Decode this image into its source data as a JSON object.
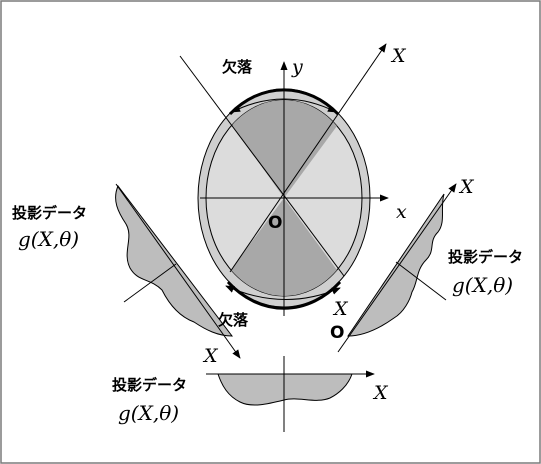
{
  "labels": {
    "missing_top": "欠落",
    "missing_bottom": "欠落",
    "y_axis": "y",
    "x_axis": "x",
    "origin": "O",
    "detector_origin": "O",
    "X_top": "X",
    "X_right": "X",
    "X_right_small": "X",
    "X_left": "X",
    "X_bottom": "X",
    "proj_left_title": "投影データ",
    "proj_left_formula": "g(X,θ)",
    "proj_right_title": "投影データ",
    "proj_right_formula": "g(X,θ)",
    "proj_bottom_title": "投影データ",
    "proj_bottom_formula": "g(X,θ)"
  },
  "colors": {
    "light_fill": "#dcdcdc",
    "dark_fill": "#a8a8a8",
    "profile_fill": "#bdbdbd",
    "stroke": "#000000",
    "border": "#7a7a7a"
  }
}
